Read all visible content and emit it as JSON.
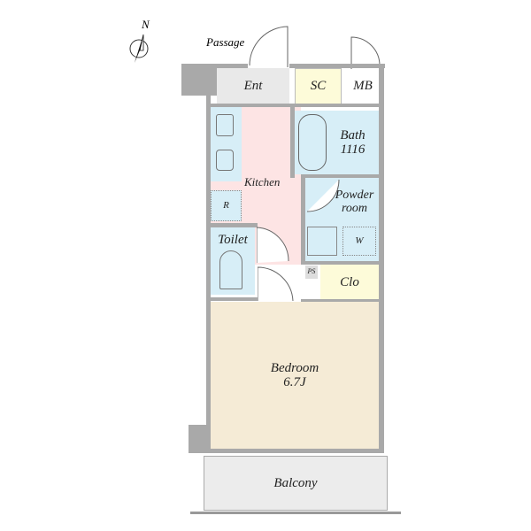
{
  "compass": {
    "label": "N"
  },
  "labels": {
    "passage": "Passage",
    "ent": "Ent",
    "sc": "SC",
    "mb": "MB",
    "bath": "Bath",
    "bath_size": "1116",
    "kitchen": "Kitchen",
    "refrigerator": "R",
    "powder_room": "Powder room",
    "washer": "W",
    "toilet": "Toilet",
    "ps": "PS",
    "clo": "Clo",
    "bedroom": "Bedroom",
    "bedroom_size": "6.7J",
    "balcony": "Balcony"
  },
  "colors": {
    "wet": "#d7eef7",
    "storage": "#fdfbd9",
    "kitchen": "#fde4e4",
    "bedroom": "#f5ebd6",
    "wall": "#a9a9a9"
  }
}
